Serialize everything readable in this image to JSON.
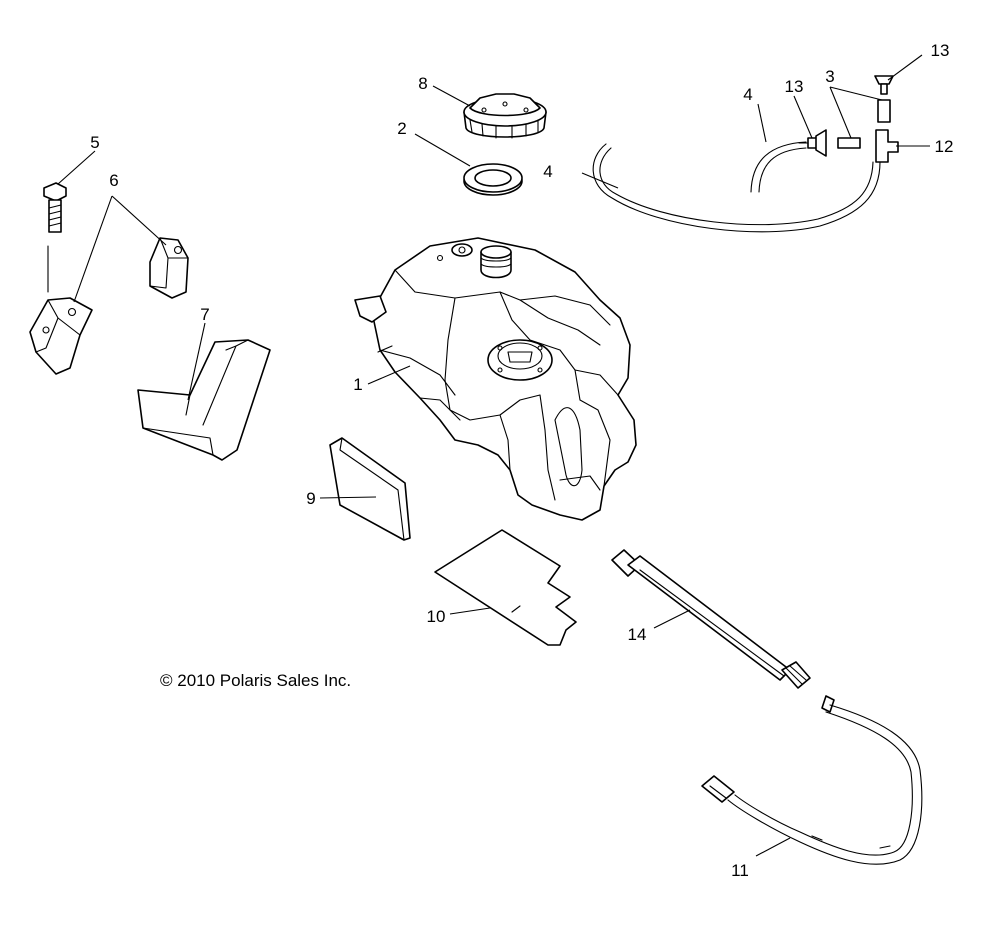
{
  "diagram": {
    "copyright": "© 2010 Polaris Sales Inc.",
    "callouts": {
      "fuel_tank": "1",
      "cap_gasket": "2",
      "vent_tee_fitting": "3",
      "vent_hose_left": "4",
      "vent_hose_main": "4",
      "bolt": "5",
      "brackets": "6",
      "foam_strip": "7",
      "fuel_cap": "8",
      "pad_small": "9",
      "pad_large": "10",
      "fuel_line": "11",
      "vent_valve": "12",
      "check_valve_left": "13",
      "check_valve_top": "13",
      "hose_assembly": "14"
    }
  }
}
